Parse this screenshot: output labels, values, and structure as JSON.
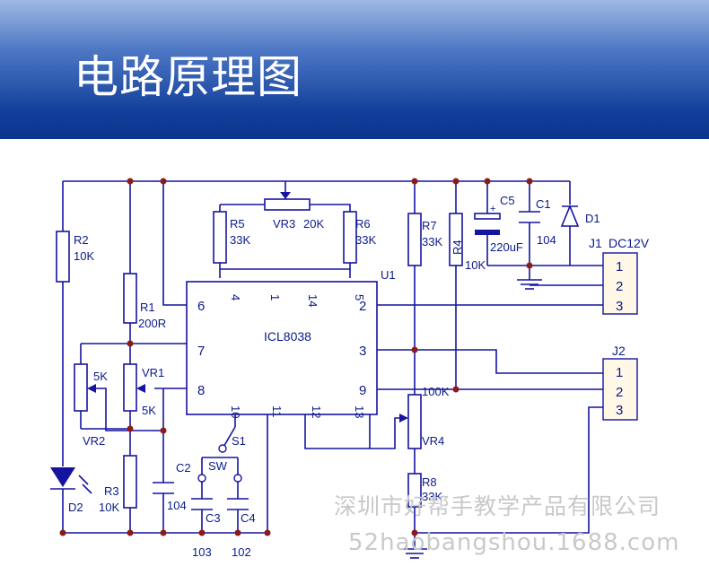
{
  "banner": {
    "title": "电路原理图"
  },
  "chip": {
    "ref": "U1",
    "name": "ICL8038",
    "left_pins": [
      "6",
      "7",
      "8"
    ],
    "right_pins": [
      "2",
      "3",
      "9"
    ],
    "top_pins": [
      "4",
      "1",
      "14",
      "5"
    ],
    "bottom_pins": [
      "10",
      "11",
      "12",
      "13"
    ]
  },
  "components": {
    "R1": {
      "ref": "R1",
      "value": "200R"
    },
    "R2": {
      "ref": "R2",
      "value": "10K"
    },
    "R3": {
      "ref": "R3",
      "value": "10K"
    },
    "R4": {
      "ref": "R4",
      "value": "10K"
    },
    "R5": {
      "ref": "R5",
      "value": "33K"
    },
    "R6": {
      "ref": "R6",
      "value": "33K"
    },
    "R7": {
      "ref": "R7",
      "value": "33K"
    },
    "R8": {
      "ref": "R8",
      "value": "33K"
    },
    "VR1": {
      "ref": "VR1",
      "value": "5K"
    },
    "VR2": {
      "ref": "VR2",
      "value": "5K"
    },
    "VR3": {
      "ref": "VR3",
      "value": "20K"
    },
    "VR4": {
      "ref": "VR4",
      "value": "100K"
    },
    "C1": {
      "ref": "C1",
      "value": "104"
    },
    "C2": {
      "ref": "C2",
      "value": "104"
    },
    "C3": {
      "ref": "C3",
      "value": "103"
    },
    "C4": {
      "ref": "C4",
      "value": "102"
    },
    "C5": {
      "ref": "C5",
      "value": "220uF"
    },
    "D1": {
      "ref": "D1"
    },
    "D2": {
      "ref": "D2"
    },
    "S1": {
      "ref": "S1",
      "value": "SW"
    },
    "J1": {
      "ref": "J1",
      "value": "DC12V",
      "pins": [
        "1",
        "2",
        "3"
      ]
    },
    "J2": {
      "ref": "J2",
      "pins": [
        "1",
        "2",
        "3"
      ]
    }
  },
  "watermark": {
    "line1": "深圳市好帮手教学产品有限公司",
    "line2": "52haobangshou.1688.com"
  }
}
